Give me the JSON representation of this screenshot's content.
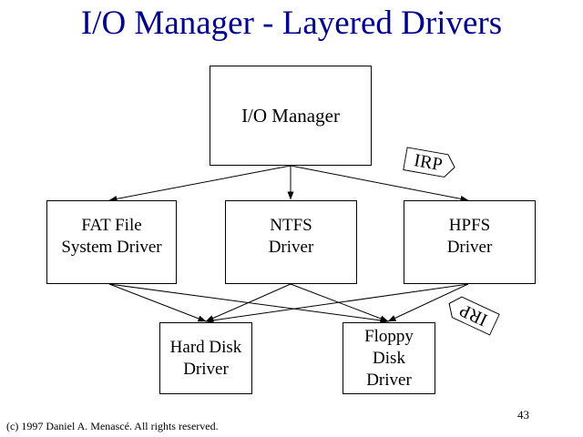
{
  "title": "I/O  Manager - Layered Drivers",
  "boxes": {
    "io_manager": [
      "I/O Manager"
    ],
    "fat": [
      "FAT File",
      "System Driver"
    ],
    "ntfs": [
      "NTFS",
      "Driver"
    ],
    "hpfs": [
      "HPFS",
      "Driver"
    ],
    "hard_disk": [
      "Hard Disk",
      "Driver"
    ],
    "floppy": [
      "Floppy",
      "Disk",
      "Driver"
    ]
  },
  "tags": [
    "IRP",
    "IRP"
  ],
  "page_number": "43",
  "copyright": "(c) 1997 Daniel A. Menascé. All rights reserved.",
  "colors": {
    "title": "#00008b",
    "lines": "#000000"
  }
}
